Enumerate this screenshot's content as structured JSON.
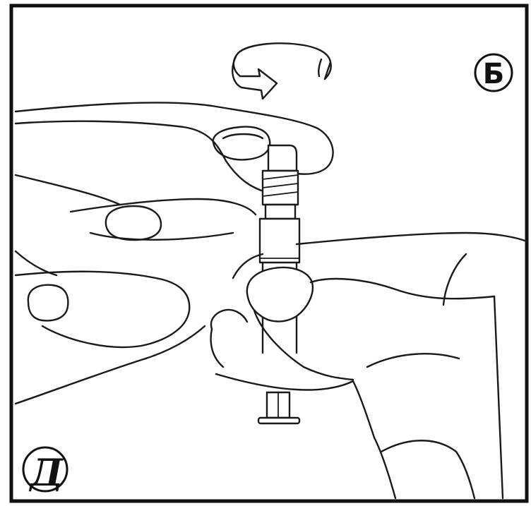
{
  "figure": {
    "panel_label_top_right": "Б",
    "panel_label_bottom_left": "Д",
    "icons": {
      "rotation": "rotate-arrow-icon",
      "syringe": "syringe-icon",
      "hands": "hands-illustration"
    },
    "colors": {
      "ink": "#1a1a1a",
      "background": "#ffffff"
    }
  }
}
